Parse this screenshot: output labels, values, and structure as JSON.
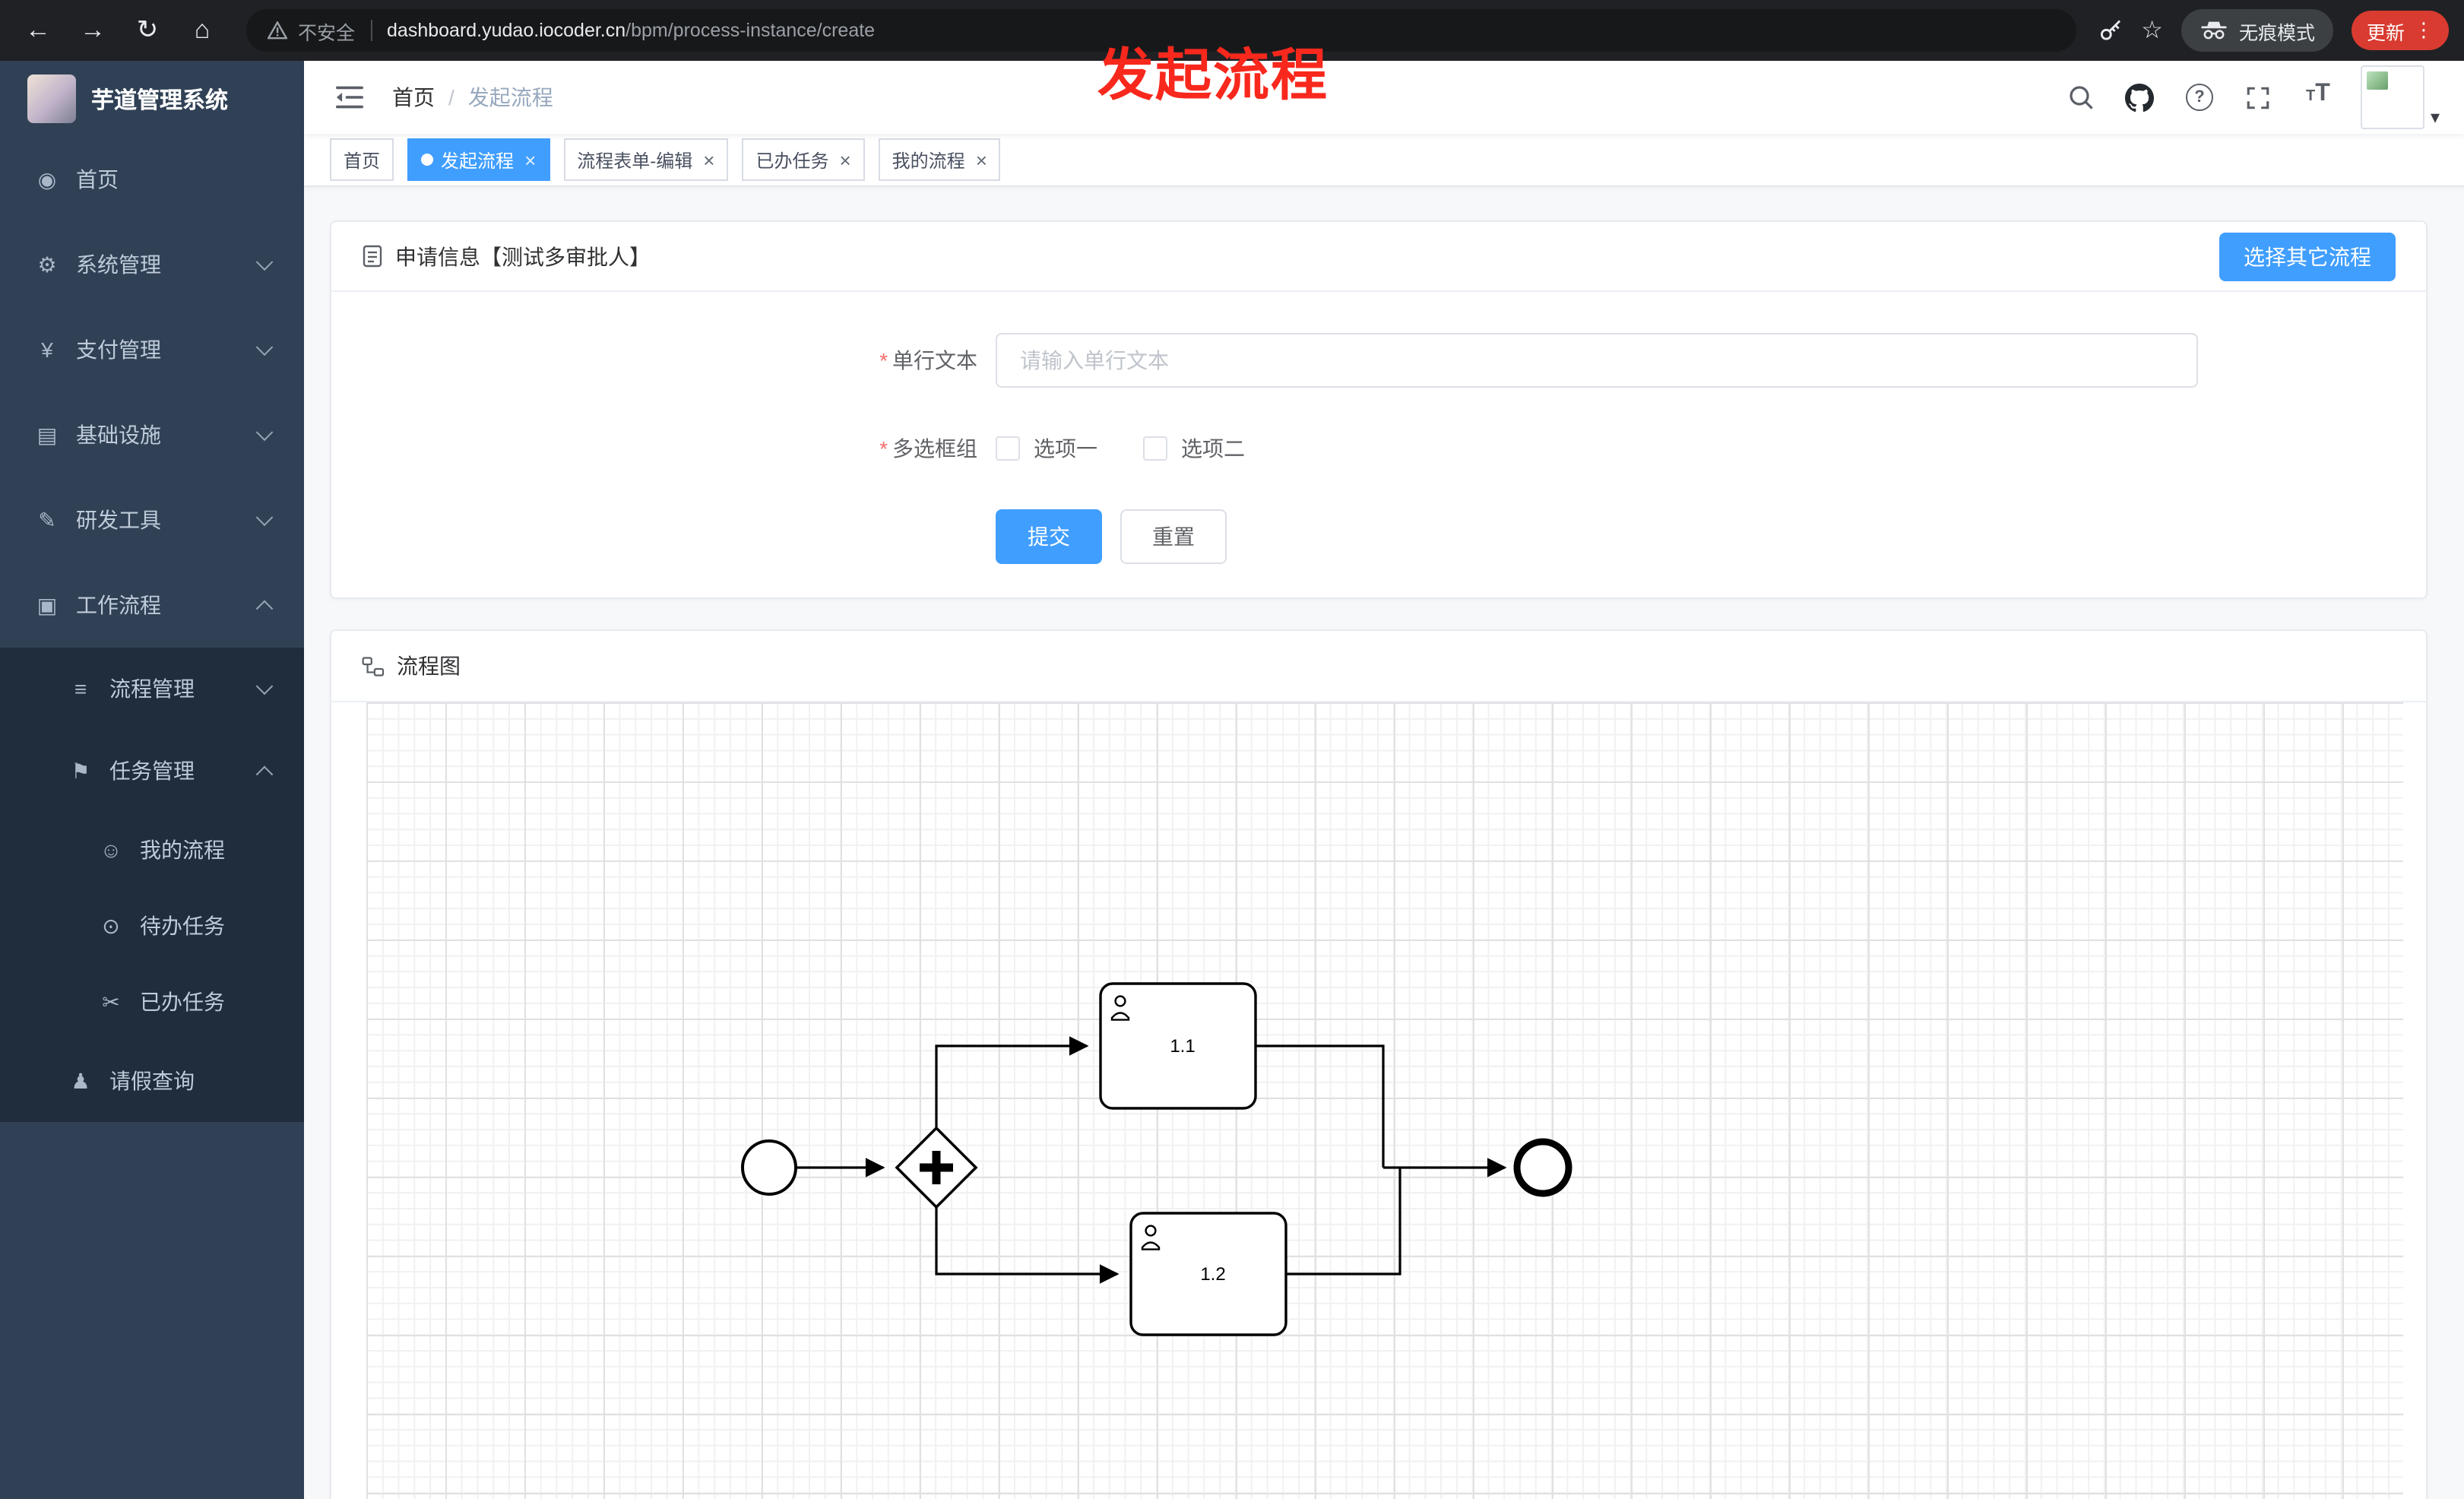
{
  "browser": {
    "security_label": "不安全",
    "url_domain": "dashboard.yudao.iocoder.cn",
    "url_path": "/bpm/process-instance/create",
    "incognito_label": "无痕模式",
    "update_label": "更新"
  },
  "annotation": {
    "text": "发起流程",
    "color": "#f8281d"
  },
  "sidebar": {
    "logo_title": "芋道管理系统",
    "items": [
      {
        "label": "首页"
      },
      {
        "label": "系统管理"
      },
      {
        "label": "支付管理"
      },
      {
        "label": "基础设施"
      },
      {
        "label": "研发工具"
      },
      {
        "label": "工作流程"
      },
      {
        "label": "流程管理"
      },
      {
        "label": "任务管理"
      },
      {
        "label": "我的流程"
      },
      {
        "label": "待办任务"
      },
      {
        "label": "已办任务"
      },
      {
        "label": "请假查询"
      }
    ]
  },
  "header": {
    "breadcrumb_home": "首页",
    "breadcrumb_separator": "/",
    "breadcrumb_current": "发起流程"
  },
  "tabs": [
    {
      "label": "首页"
    },
    {
      "label": "发起流程"
    },
    {
      "label": "流程表单-编辑"
    },
    {
      "label": "已办任务"
    },
    {
      "label": "我的流程"
    }
  ],
  "form_card": {
    "title": "申请信息【测试多审批人】",
    "select_other_button": "选择其它流程",
    "required_mark": "*",
    "text_label": "单行文本",
    "text_placeholder": "请输入单行文本",
    "checkbox_label": "多选框组",
    "checkbox_option1": "选项一",
    "checkbox_option2": "选项二",
    "submit_label": "提交",
    "reset_label": "重置"
  },
  "diagram_card": {
    "title": "流程图",
    "task1_label": "1.1",
    "task2_label": "1.2"
  },
  "icons": {
    "close": "×",
    "help": "?",
    "more_vertical": "⋮",
    "back": "←",
    "forward": "→",
    "refresh": "↻",
    "home": "⌂",
    "star": "☆",
    "caret_down": "▾",
    "font_size": "T",
    "menu_dashboard": "◉",
    "menu_system": "⚙",
    "menu_pay": "¥",
    "menu_infra": "▤",
    "menu_devtool": "✎",
    "menu_workflow": "▣",
    "menu_process": "≡",
    "menu_task": "⚑",
    "menu_myprocess": "☺",
    "menu_todo": "⊙",
    "menu_done": "✂",
    "menu_leave": "♟"
  },
  "colors": {
    "primary": "#409eff",
    "sidebar_bg": "#304156",
    "submenu_bg": "#1f2d3d",
    "tab_active": "#409eff",
    "update_red": "#d93b30",
    "annotation_red": "#f8281d"
  }
}
